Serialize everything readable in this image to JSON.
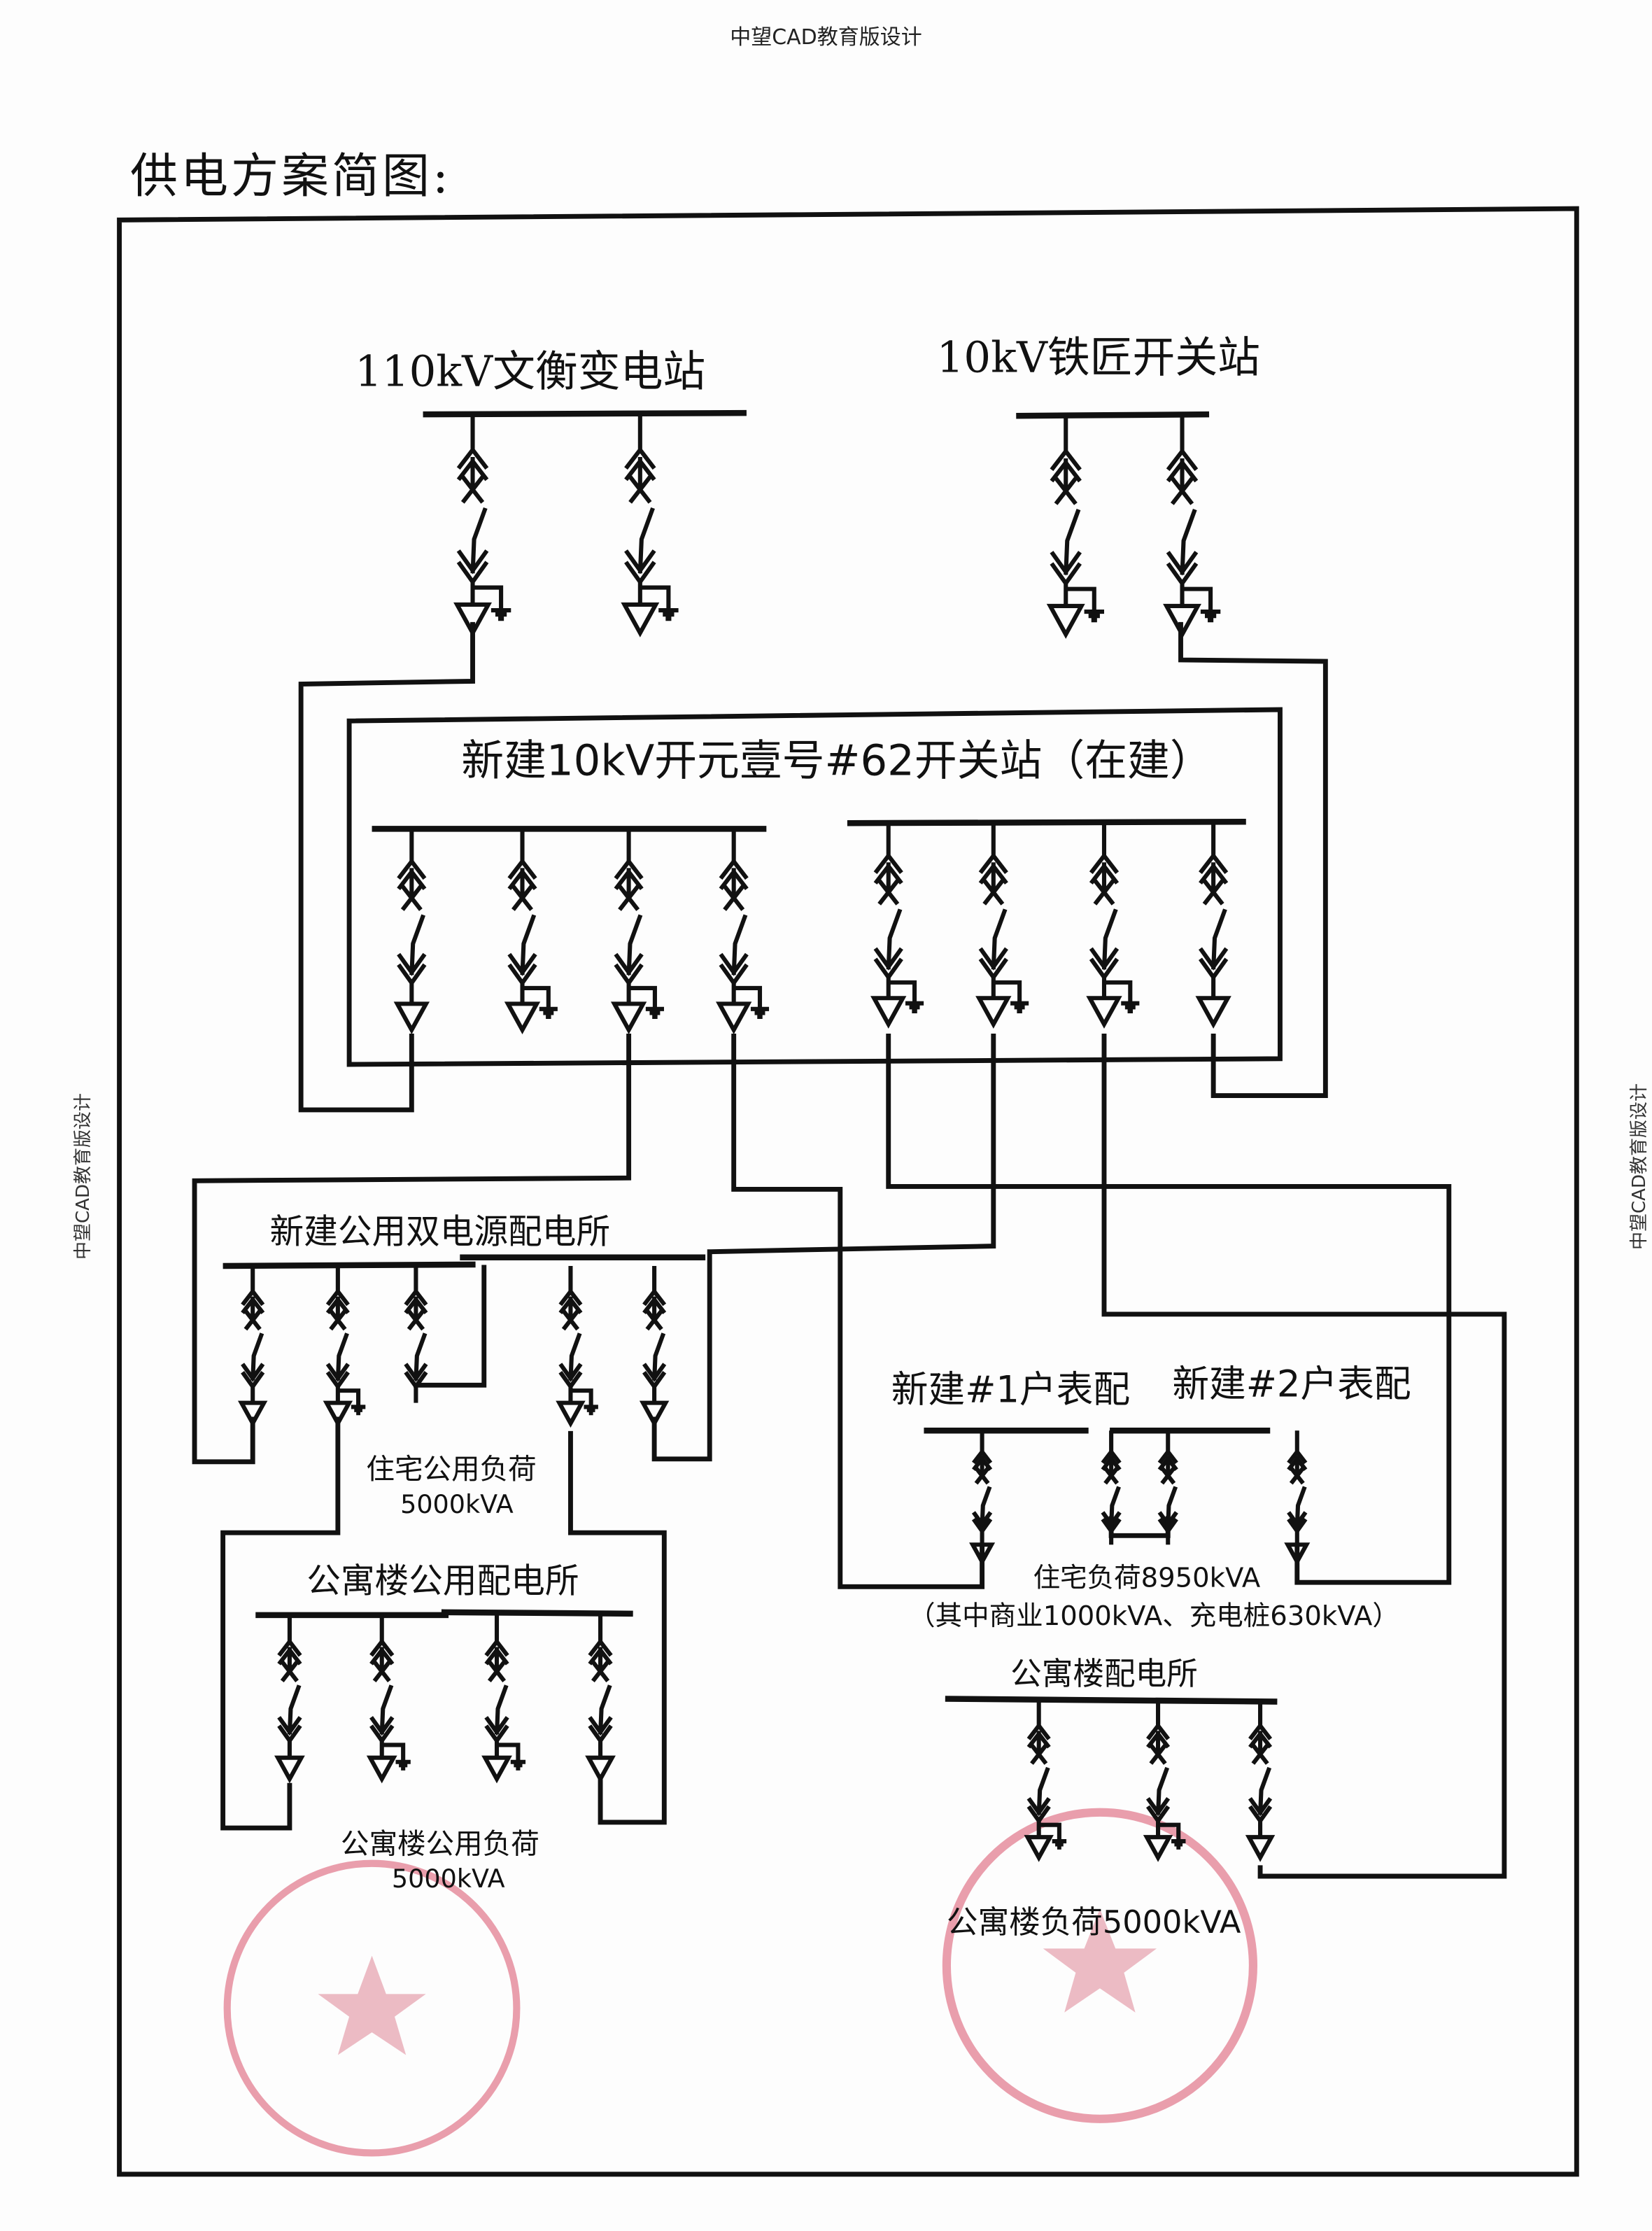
{
  "watermark": "中望CAD教育版设计",
  "page_title": "供电方案简图:",
  "sources": {
    "substation_110kv": {
      "label": "110kV文衡变电站",
      "feeders": 2
    },
    "switch_station_10kv": {
      "label": "10kV铁匠开关站",
      "feeders": 2
    }
  },
  "main_station": {
    "label": "新建10kV开元壹号#62开关站（在建）",
    "bus_sections": 2,
    "feeders_per_section": 4
  },
  "dual_power_room": {
    "label": "新建公用双电源配电所",
    "load_label": "住宅公用负荷",
    "load_value": "5000kVA"
  },
  "apartment_public_room": {
    "label": "公寓楼公用配电所",
    "load_label": "公寓楼公用负荷",
    "load_value": "5000kVA"
  },
  "meter_room_1": {
    "label": "新建#1户表配"
  },
  "meter_room_2": {
    "label": "新建#2户表配"
  },
  "residential_load": {
    "label": "住宅负荷8950kVA",
    "note": "（其中商业1000kVA、充电桩630kVA）"
  },
  "apartment_room": {
    "label": "公寓楼配电所",
    "load_label": "公寓楼负荷5000kVA"
  },
  "colors": {
    "line": "#111111",
    "stamp": "#d8506a",
    "paper": "#fdfdfd"
  }
}
